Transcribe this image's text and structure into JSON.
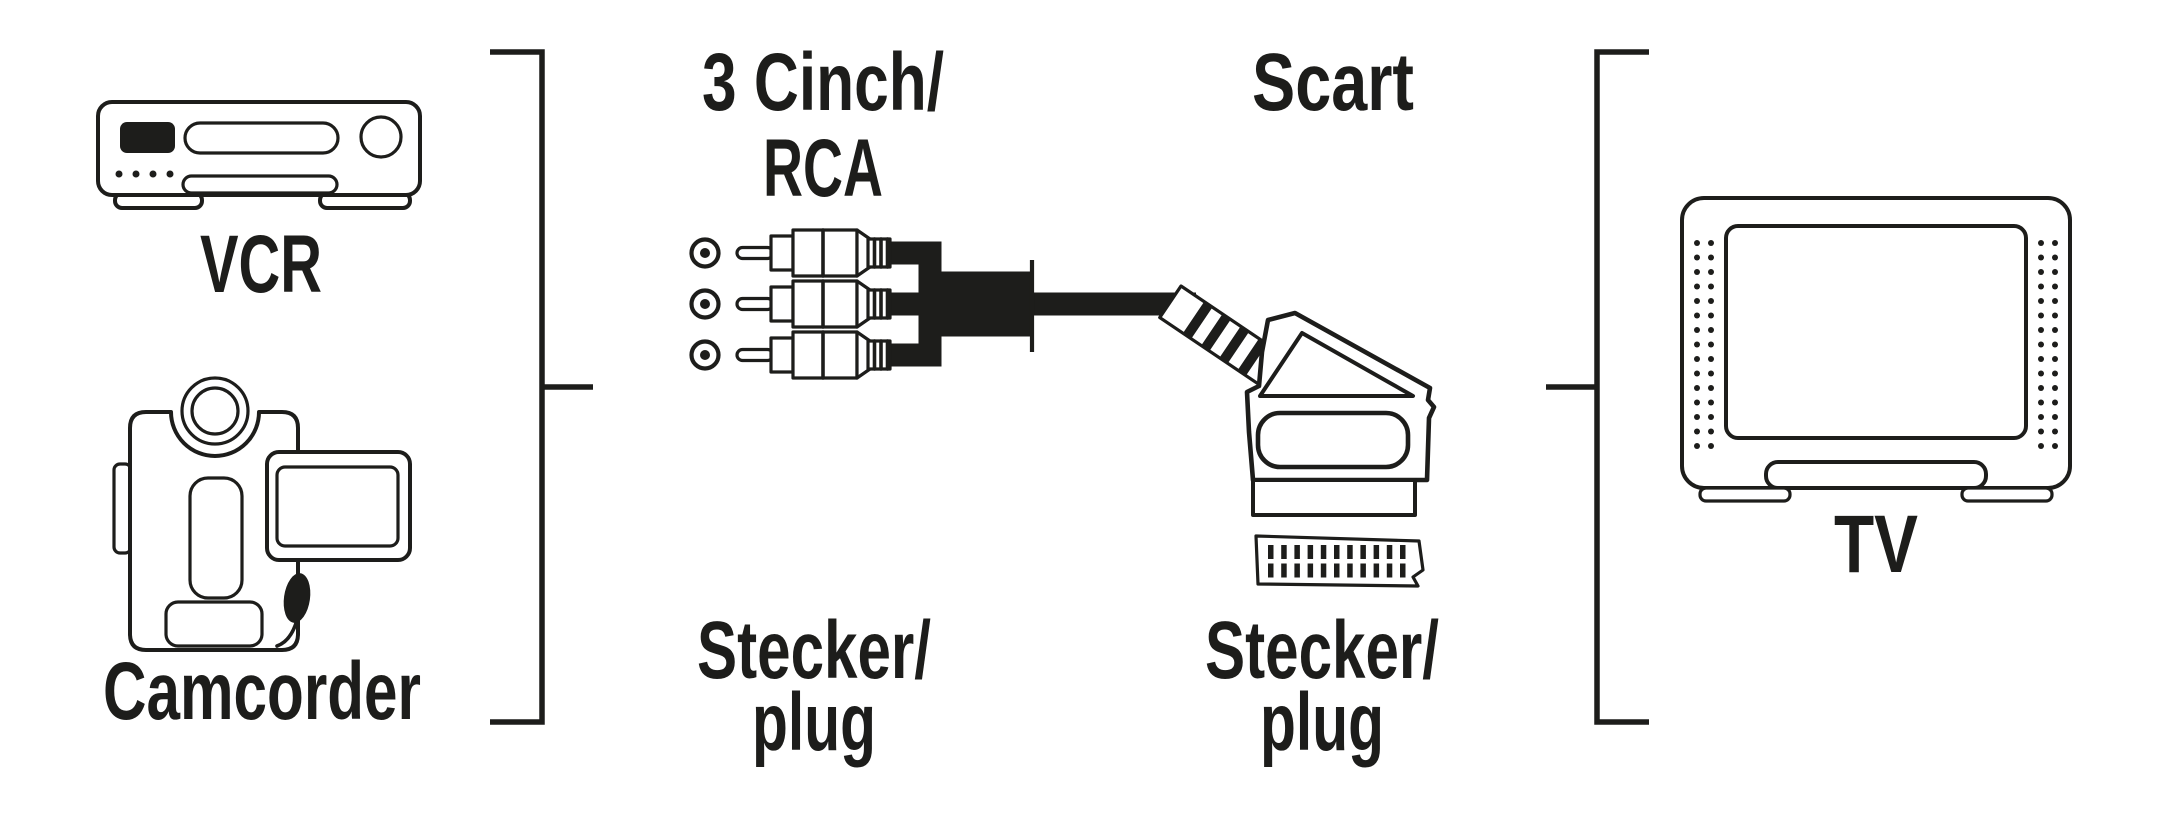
{
  "diagram": {
    "colors": {
      "line": "#1d1d1b",
      "background": "#ffffff"
    },
    "left_group": {
      "devices": [
        {
          "label": "VCR"
        },
        {
          "label": "Camcorder"
        }
      ]
    },
    "cable": {
      "left_connector": {
        "name_line1": "3 Cinch/",
        "name_line2": "RCA",
        "plug_count": 3,
        "kind_line1": "Stecker/",
        "kind_line2": "plug"
      },
      "right_connector": {
        "name": "Scart",
        "kind_line1": "Stecker/",
        "kind_line2": "plug"
      }
    },
    "right_group": {
      "devices": [
        {
          "label": "TV"
        }
      ]
    }
  }
}
